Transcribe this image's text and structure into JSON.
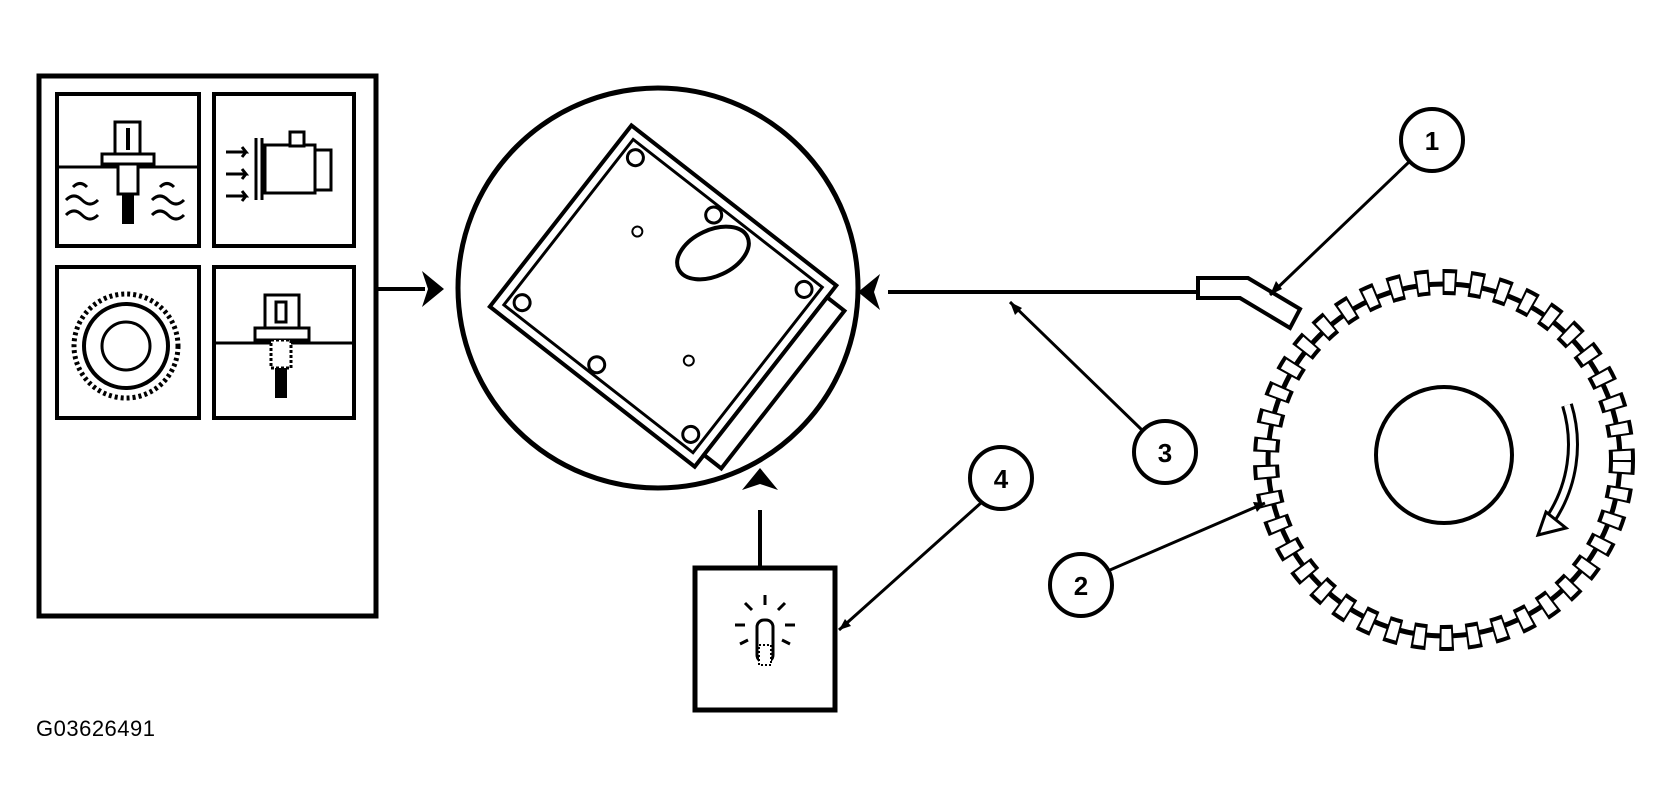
{
  "diagram": {
    "figure_id": "G03626491",
    "callouts": [
      {
        "number": "1"
      },
      {
        "number": "2"
      },
      {
        "number": "3"
      },
      {
        "number": "4"
      }
    ],
    "input_sensor_icons": [
      "fluid-sensor-icon",
      "actuator-valve-icon",
      "wheel-sensor-icon",
      "pressure-switch-icon"
    ],
    "module_icon": "control-module-icon",
    "lamp_icon": "warning-lamp-icon",
    "tone_wheel_icon": "tone-ring-icon",
    "colors": {
      "ink": "#000000",
      "paper": "#ffffff"
    }
  }
}
